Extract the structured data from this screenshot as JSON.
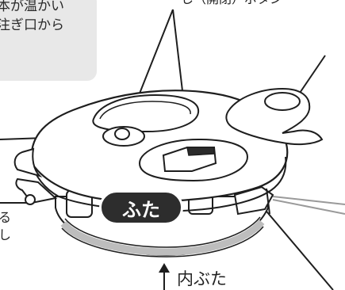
{
  "note": {
    "line1": "本が温かい",
    "line2": "注ぎ口から"
  },
  "top_label": "し（開閉）ボタン",
  "lid_label": "ふた",
  "inner_lid_label": "内ぶた",
  "left_fragment_1": "る",
  "left_fragment_2": "し",
  "colors": {
    "note_background": "#e8e8e8",
    "lid_label_background": "#2d2d2d",
    "lid_label_text": "#ffffff",
    "outline": "#1e1e1e",
    "gray_seal": "#bdbdbd"
  }
}
